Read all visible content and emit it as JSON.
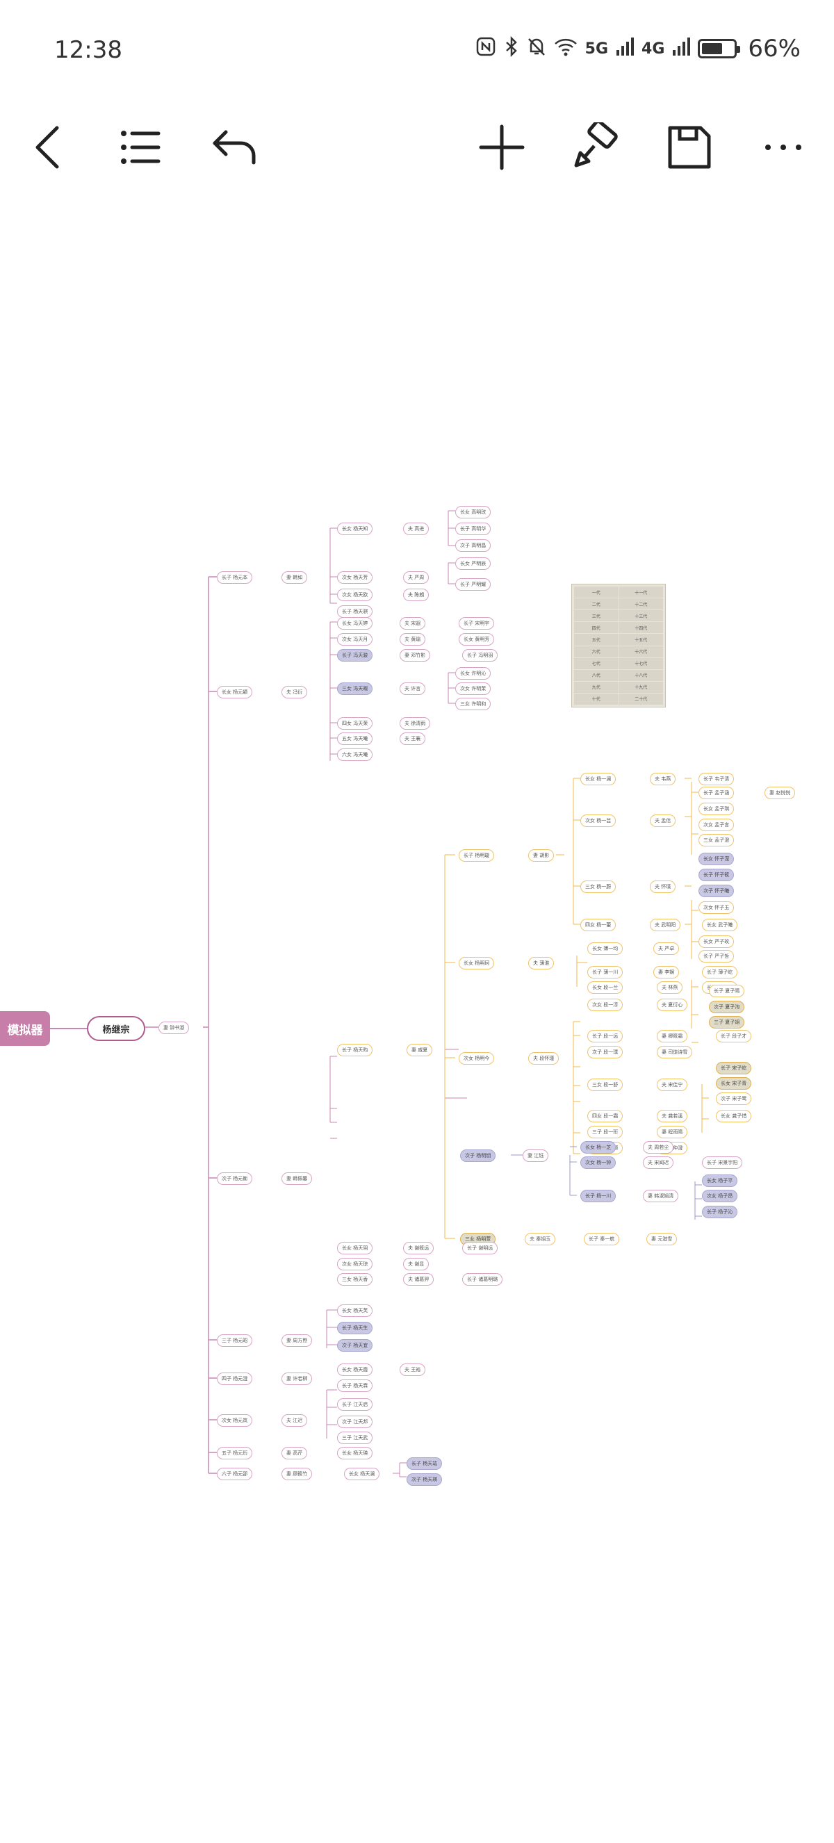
{
  "status_bar": {
    "time": "12:38",
    "network_5g": "5G",
    "network_4g": "4G",
    "battery_percent": "66%",
    "battery_level": 0.66
  },
  "toolbar": {
    "buttons": [
      "back",
      "outline",
      "undo",
      "add",
      "format",
      "save",
      "more"
    ]
  },
  "mindmap": {
    "root_tab": "模拟器",
    "central_topic": "杨继宗",
    "spouse": "妻 钟书淑",
    "branches": {
      "b1": "长子 杨元本",
      "b1_spouse": "妻 韩如",
      "b2": "长女 杨元颖",
      "b2_spouse": "夫 冯衍",
      "b3": "次子 杨元衡",
      "b3_spouse": "妻 韩佩馨",
      "b4": "三子 杨元昭",
      "b4_spouse": "妻 周方煦",
      "b5": "四子 杨元澄",
      "b5_spouse": "妻 许若柳",
      "b6": "次女 杨元岚",
      "b6_spouse": "夫 江迟",
      "b7": "五子 杨元珩",
      "b7_spouse": "妻 高芹",
      "b8": "六子 杨元邵",
      "b8_spouse": "妻 顾筱竹"
    },
    "sub_b1": [
      "长女 杨天知",
      "夫 高进",
      "长女 高明玫",
      "长子 高明华",
      "次子 高明昌",
      "次女 杨天芳",
      "夫 严周",
      "长女 严明辰",
      "长子 严明耀",
      "次女 杨天欧",
      "夫 陈朗",
      "长子 杨天骐"
    ],
    "sub_b2": [
      "长女 冯天婷",
      "夫 宋遐",
      "长子 宋明宇",
      "次女 冯天月",
      "夫 黄瑜",
      "长女 黄明芳",
      "长子 冯天骏",
      "妻 邓竹影",
      "长子 冯明羽",
      "三女 冯天暇",
      "夫 许言",
      "长女 许明沁",
      "次女 许明茉",
      "三女 许明和",
      "四女 冯天茉",
      "夫 徐清雨",
      "五女 冯天曦",
      "夫 王襄",
      "六女 冯天曦"
    ],
    "sub_b3": [
      "长子 杨天昀",
      "妻 戚夏",
      "长子 杨明璇",
      "妻 胡影",
      "长女 杨一澜",
      "夫 韦燕",
      "长子 韦子清",
      "长子 孟子涵",
      "妻 赵悦悦",
      "次女 杨一芸",
      "夫 孟信",
      "长女 孟子琪",
      "次女 孟子言",
      "三女 孟子澄",
      "三女 杨一蔚",
      "夫 怀璞",
      "长女 怀子滢",
      "长子 怀子筱",
      "次子 怀子曦",
      "次女 怀子玉",
      "四女 杨一蕾",
      "夫 武明阳",
      "长女 武子曦",
      "长女 杨明珂",
      "夫 薄淮",
      "长女 薄一均",
      "夫 严卓",
      "长女 严子玫",
      "长子 严子哲",
      "长子 薄一川",
      "妻 李娴",
      "长子 薄子屹",
      "次女 杨明今",
      "夫 段怀瑾",
      "长女 段一兰",
      "夫 林燕",
      "长子 林子墨",
      "次女 段一淳",
      "夫 夏衍心",
      "长子 夏子晴",
      "次子 夏子洵",
      "三子 夏子翊",
      "长子 段一远",
      "妻 卿筱霜",
      "长子 段子才",
      "次子 段一璞",
      "妻 司徒诗雪",
      "三女 段一舒",
      "夫 宋佳宁",
      "长子 宋子屹",
      "长女 宋子青",
      "次子 宋子鹭",
      "四女 段一霜",
      "夫 龚若溪",
      "长女 龚子惜",
      "三子 段一珩",
      "妻 程雨晴",
      "五女 段一颐",
      "夫 韩仲澄",
      "次子 杨明钥",
      "妻 江钰",
      "长女 杨一芝",
      "夫 周若尘",
      "次女 杨一钟",
      "夫 宋闻迟",
      "长子 宋景宇阳",
      "长子 杨一川",
      "妻 韩淑娟清",
      "长女 杨子平",
      "次女 杨子昂",
      "长子 杨子沁",
      "三女 杨明萱",
      "夫 秦翊玉",
      "长子 秦一航",
      "妻 元滋雪",
      "长女 杨天玥",
      "夫 谢筱远",
      "长子 谢明远",
      "次女 杨天琼",
      "夫 谢显",
      "三女 杨天香",
      "夫 诸葛羿",
      "长子 诸葛明璐"
    ],
    "sub_b4": [
      "长女 杨天芙",
      "长子 杨天生",
      "次子 杨天宜"
    ],
    "sub_b5": [
      "长女 杨天霞",
      "夫 王裕",
      "长子 杨天霖"
    ],
    "sub_b6": [
      "长子 江天启",
      "次子 江天邦",
      "三子 江天武"
    ],
    "sub_b7": [
      "长女 杨天瑛"
    ],
    "sub_b8": [
      "长女 杨天澜",
      "长子 杨天竑",
      "次子 杨天瑛"
    ],
    "legend": [
      "一代",
      "十一代",
      "二代",
      "十二代",
      "三代",
      "十三代",
      "四代",
      "十四代",
      "五代",
      "十五代",
      "六代",
      "十六代",
      "七代",
      "十七代",
      "八代",
      "十八代",
      "九代",
      "十九代",
      "十代",
      "二十代"
    ]
  },
  "colors": {
    "pink_line": "#c985b3",
    "orange_line": "#f0b84a",
    "blue_line": "#9898cc",
    "root_tab": "#c77ea8"
  },
  "icons": {
    "back": "chevron-left-icon",
    "outline": "list-icon",
    "undo": "undo-icon",
    "add": "plus-icon",
    "format": "paint-roller-icon",
    "save": "floppy-disk-icon",
    "more": "more-horizontal-icon"
  }
}
